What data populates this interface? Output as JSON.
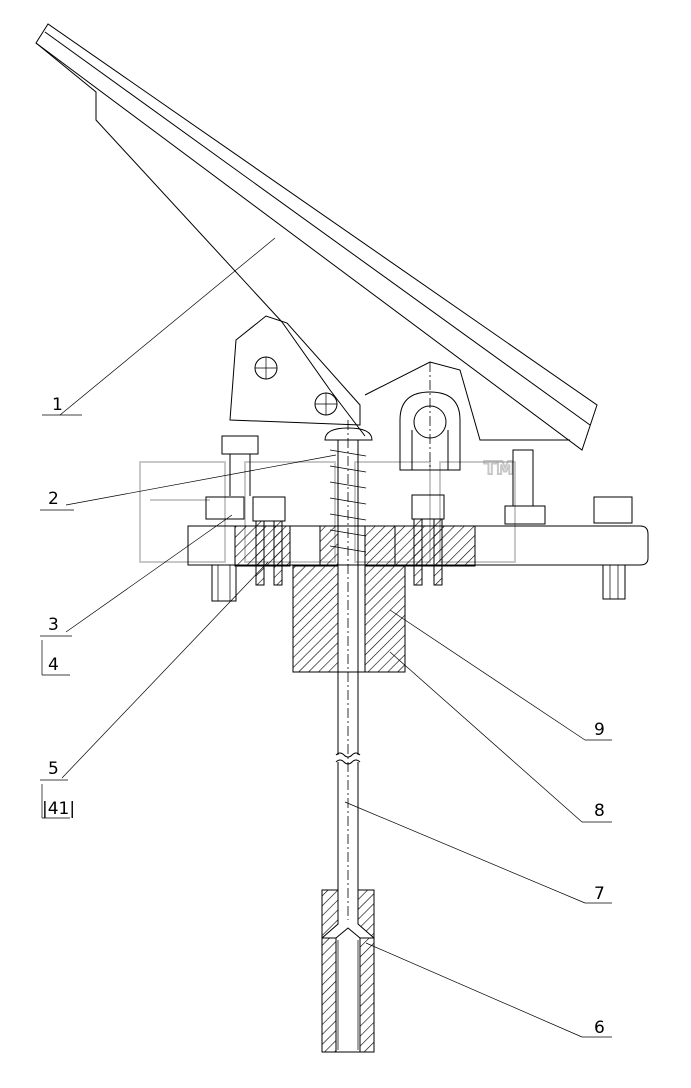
{
  "watermark": {
    "text": "",
    "tm": "TM",
    "color": "#9a9a9a"
  },
  "callouts": [
    {
      "id": "1",
      "label": "1"
    },
    {
      "id": "2",
      "label": "2"
    },
    {
      "id": "3",
      "label": "3"
    },
    {
      "id": "4",
      "label": "4"
    },
    {
      "id": "5",
      "label": "5"
    },
    {
      "id": "41",
      "label": "|41|"
    },
    {
      "id": "6",
      "label": "6"
    },
    {
      "id": "7",
      "label": "7"
    },
    {
      "id": "8",
      "label": "8"
    },
    {
      "id": "9",
      "label": "9"
    }
  ],
  "colors": {
    "line": "#000000",
    "background": "#ffffff"
  }
}
